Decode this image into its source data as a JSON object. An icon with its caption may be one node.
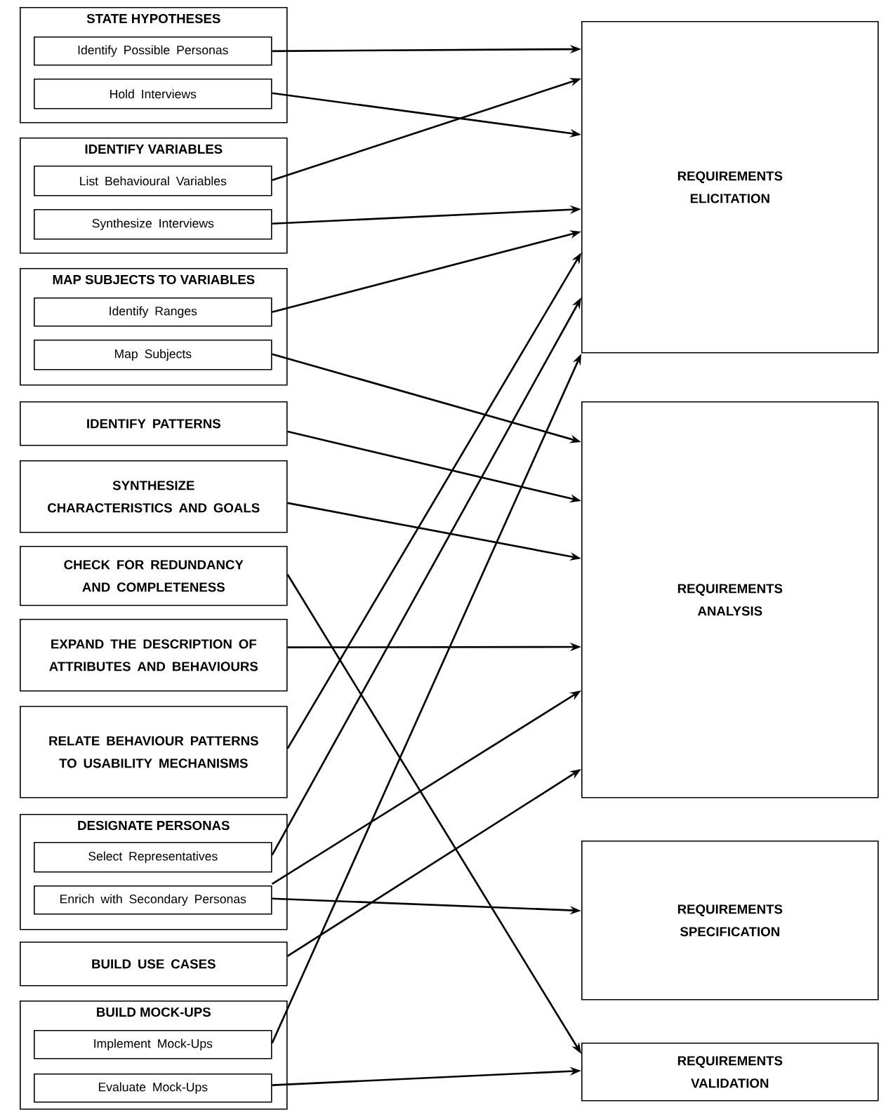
{
  "diagram": {
    "nodes": [
      {
        "text": [
          "STATE HYPOTHESES"
        ]
      },
      {
        "text": [
          "Identify Possible Personas"
        ],
        "in": 0
      },
      {
        "text": [
          "Hold Interviews"
        ],
        "in": 0
      },
      {
        "text": [
          "IDENTIFY VARIABLES"
        ]
      },
      {
        "text": [
          "List Behavioural Variables"
        ],
        "in": 3
      },
      {
        "text": [
          "Synthesize Interviews"
        ],
        "in": 3
      },
      {
        "text": [
          "MAP SUBJECTS TO VARIABLES"
        ]
      },
      {
        "text": [
          "Identify Ranges"
        ],
        "in": 6
      },
      {
        "text": [
          "Map Subjects"
        ],
        "in": 6
      },
      {
        "text": [
          "IDENTIFY PATTERNS"
        ]
      },
      {
        "text": [
          "SYNTHESIZE CHARACTERISTICS AND GOALS"
        ]
      },
      {
        "text": [
          "CHECK FOR REDUNDANCY AND COMPLETENESS"
        ]
      },
      {
        "text": [
          "EXPAND THE DESCRIPTION OF ATTRIBUTES AND BEHAVIOURS"
        ]
      },
      {
        "text": [
          "RELATE BEHAVIOUR PATTERNS TO USABILITY MECHANISMS"
        ]
      },
      {
        "text": [
          "DESIGNATE PERSONAS"
        ]
      },
      {
        "text": [
          "Select Representatives"
        ],
        "in": 14
      },
      {
        "text": [
          "Enrich with Secondary Personas"
        ],
        "in": 14
      },
      {
        "text": [
          "BUILD USE CASES"
        ]
      },
      {
        "text": [
          "BUILD MOCK-UPS"
        ]
      },
      {
        "text": [
          "Implement Mock-Ups"
        ],
        "in": 18
      },
      {
        "text": [
          "Evaluate Mock-Ups"
        ],
        "in": 18
      },
      {
        "text": [
          "REQUIREMENTS ELICITATION"
        ]
      },
      {
        "text": [
          "REQUIREMENTS ANALYSIS"
        ]
      },
      {
        "text": [
          "REQUIREMENTS SPECIFICATION"
        ]
      },
      {
        "text": [
          "REQUIREMENTS VALIDATION"
        ]
      }
    ],
    "edges": [
      {
        "from": 1,
        "to": 21,
        "arrow": "to"
      },
      {
        "from": 2,
        "to": 21,
        "arrow": "to"
      },
      {
        "from": 4,
        "to": 21,
        "arrow": "to"
      },
      {
        "from": 5,
        "to": 21,
        "arrow": "to"
      },
      {
        "from": 7,
        "to": 21,
        "arrow": "to"
      },
      {
        "from": 13,
        "to": 21,
        "arrow": "to"
      },
      {
        "from": 15,
        "to": 21,
        "arrow": "to"
      },
      {
        "from": 19,
        "to": 21,
        "arrow": "to"
      },
      {
        "from": 8,
        "to": 22,
        "arrow": "to"
      },
      {
        "from": 9,
        "to": 22,
        "arrow": "to"
      },
      {
        "from": 10,
        "to": 22,
        "arrow": "to"
      },
      {
        "from": 12,
        "to": 22,
        "arrow": "to"
      },
      {
        "from": 16,
        "to": 22,
        "arrow": "to"
      },
      {
        "from": 17,
        "to": 22,
        "arrow": "to"
      },
      {
        "from": 16,
        "to": 23,
        "arrow": "to"
      },
      {
        "from": 11,
        "to": 24,
        "arrow": "to"
      },
      {
        "from": 20,
        "to": 24,
        "arrow": "to"
      }
    ]
  }
}
